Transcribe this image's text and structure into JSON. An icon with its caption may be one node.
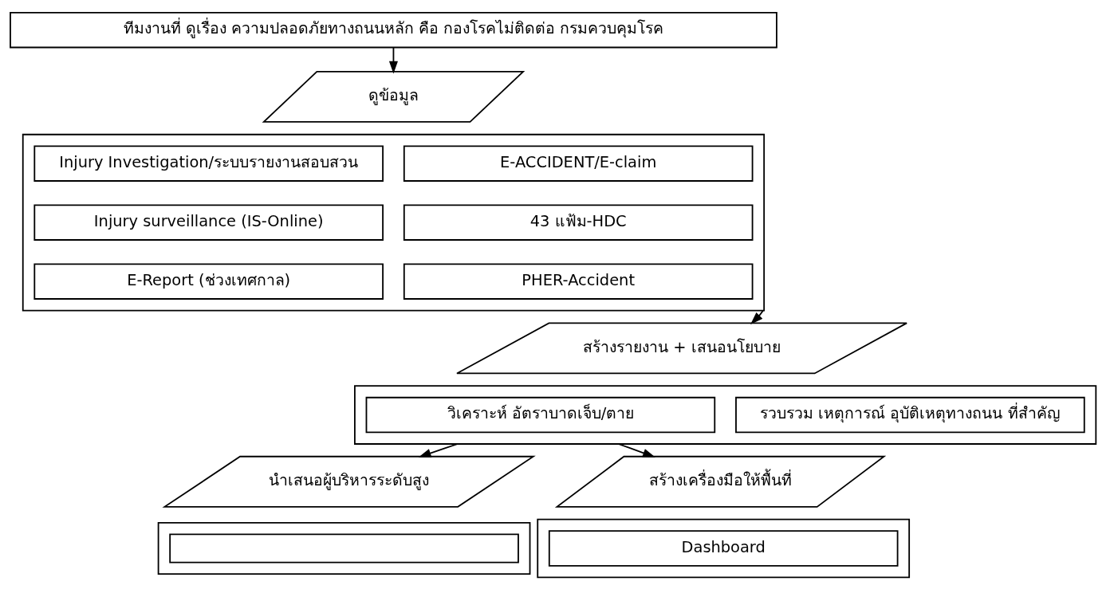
{
  "diagram": {
    "nodes": [
      {
        "text": [
          "ทีมงานที่ ดูเรื่อง ความปลอดภัยทางถนนหลัก คือ กองโรคไม่ติดต่อ กรมควบคุมโรค"
        ]
      },
      {
        "text": [
          "ดูข้อมูล"
        ]
      },
      {
        "text": [],
        "shape": "box"
      },
      {
        "text": [
          "E-ACCIDENT/E-claim"
        ],
        "in": 2
      },
      {
        "text": [
          "43 แฟ้ม-HDC"
        ],
        "in": 2
      },
      {
        "text": [
          "PHER-Accident"
        ],
        "in": 2
      },
      {
        "text": [
          "Injury Investigation/ระบบรายงานสอบสวน"
        ],
        "in": 2
      },
      {
        "text": [
          "Injury surveillance (IS-Online)"
        ],
        "in": 2
      },
      {
        "text": [
          "E-Report (ช่วงเทศกาล)"
        ],
        "in": 2
      },
      {
        "text": [
          "สร้างรายงาน + เสนอนโยบาย"
        ]
      },
      {
        "text": [],
        "shape": "box"
      },
      {
        "text": [
          "วิเคราะห์ อัตราบาดเจ็บ/ตาย"
        ],
        "in": 10
      },
      {
        "text": [
          "รวบรวม เหตุการณ์ อุบัติเหตุทางถนน ที่สำคัญ"
        ],
        "in": 10
      },
      {
        "text": [
          "นำเสนอผู้บริหารระดับสูง"
        ]
      },
      {
        "text": [
          "สร้างเครื่องมือให้พื้นที่"
        ]
      },
      {
        "text": [],
        "shape": "box"
      },
      {
        "text": [],
        "shape": "box",
        "in": 15
      },
      {
        "text": [],
        "shape": "box"
      },
      {
        "text": [
          "Dashboard"
        ],
        "in": 17
      }
    ],
    "edges": [
      {
        "from": 0,
        "to": 1,
        "arrow": "to"
      },
      {
        "from": 2,
        "to": 9,
        "arrow": "to"
      },
      {
        "from": 10,
        "to": 13,
        "arrow": "to"
      },
      {
        "from": 10,
        "to": 14,
        "arrow": "to"
      }
    ]
  }
}
